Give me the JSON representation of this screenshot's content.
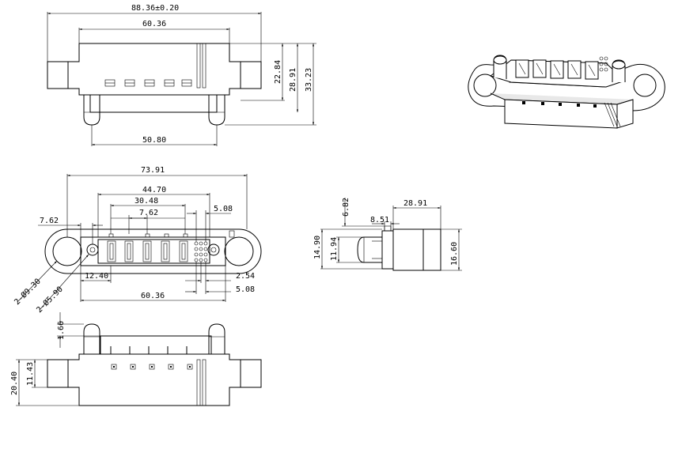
{
  "dimensions": {
    "top_overall": "88.36±0.20",
    "top_inner": "60.36",
    "top_height_1": "22.84",
    "top_height_2": "28.91",
    "top_height_3": "33.23",
    "top_pin_span": "50.80",
    "front_overall": "73.91",
    "front_44": "44.70",
    "front_30": "30.48",
    "front_762": "7.62",
    "front_508_top": "5.08",
    "front_left_762": "7.62",
    "front_1240": "12.40",
    "front_254": "2.54",
    "front_508_bottom": "5.08",
    "front_6036": "60.36",
    "hole_large": "2-Ø9.30",
    "hole_small": "2-Ø5.90",
    "side_682": "6.82",
    "side_2891": "28.91",
    "side_851": "8.51",
    "side_1490": "14.90",
    "side_1194": "11.94",
    "side_1660": "16.60",
    "bottom_166": "1.66",
    "bottom_2040": "20.40",
    "bottom_1143": "11.43"
  }
}
